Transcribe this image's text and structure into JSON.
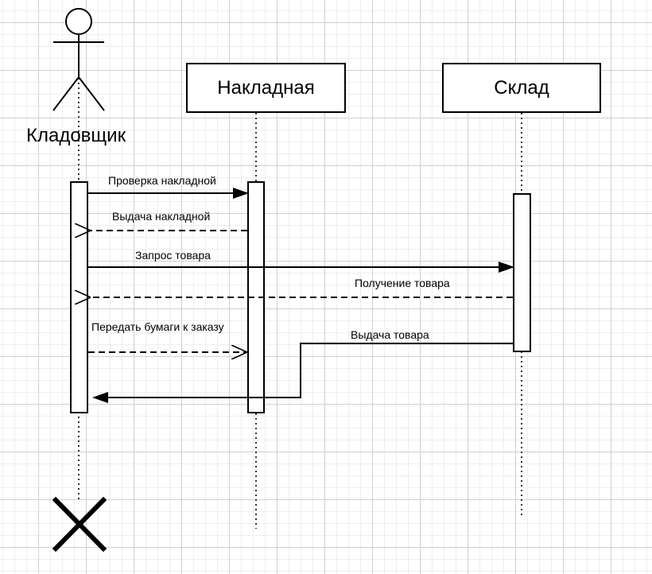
{
  "diagram": {
    "actor": {
      "label": "Кладовщик"
    },
    "objects": [
      {
        "id": "invoice",
        "label": "Накладная"
      },
      {
        "id": "warehouse",
        "label": "Склад"
      }
    ],
    "messages": [
      {
        "id": "m1",
        "label": "Проверка накладной",
        "from": "actor",
        "to": "invoice",
        "kind": "sync"
      },
      {
        "id": "m2",
        "label": "Выдача накладной",
        "from": "invoice",
        "to": "actor",
        "kind": "return"
      },
      {
        "id": "m3",
        "label": "Запрос товара",
        "from": "actor",
        "to": "warehouse",
        "kind": "sync"
      },
      {
        "id": "m4",
        "label": "Получение товара",
        "from": "warehouse",
        "to": "actor",
        "kind": "return"
      },
      {
        "id": "m5",
        "label": "Передать бумаги к заказу",
        "from": "actor",
        "to": "invoice",
        "kind": "return-style"
      },
      {
        "id": "m6",
        "label": "Выдача товара",
        "from": "warehouse",
        "to": "actor",
        "kind": "sync-routed"
      }
    ],
    "destroy": {
      "target": "actor",
      "symbol": "X"
    }
  }
}
